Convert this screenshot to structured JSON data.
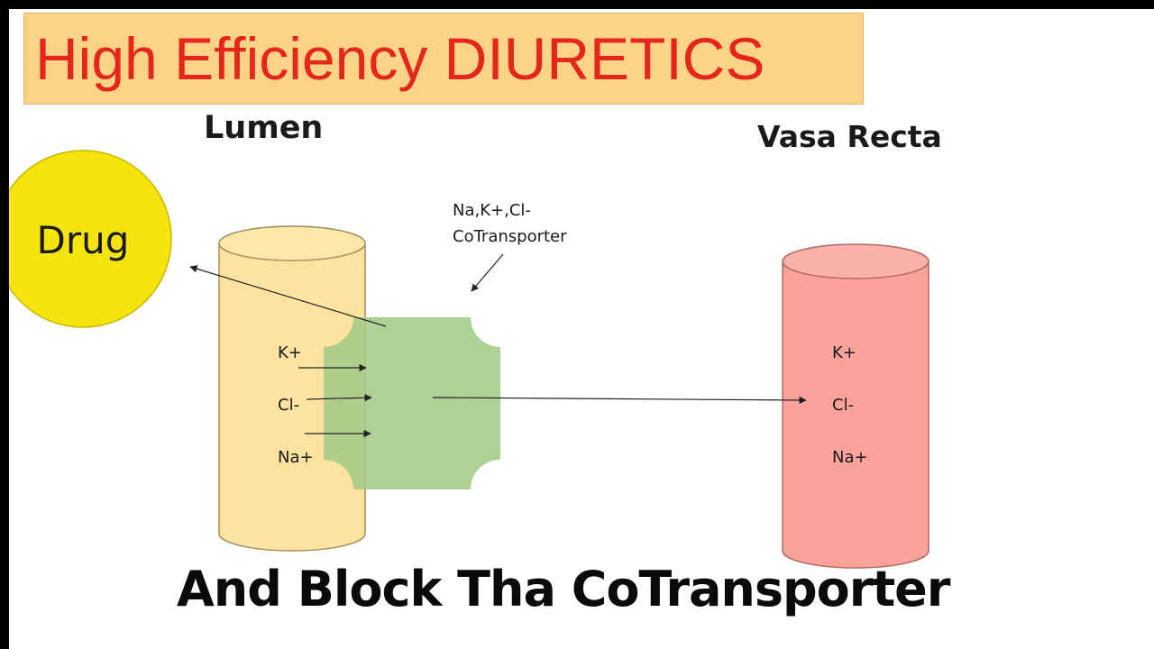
{
  "title": "High Efficiency DIURETICS",
  "headings": {
    "lumen": "Lumen",
    "vasa_recta": "Vasa Recta"
  },
  "drug_label": "Drug",
  "cotransporter_label": {
    "line1": "Na,K+,Cl-",
    "line2": "CoTransporter"
  },
  "lumen_ions": [
    "K+",
    "Cl-",
    "Na+"
  ],
  "vasa_recta_ions": [
    "K+",
    "Cl-",
    "Na+"
  ],
  "caption": "And Block Tha CoTransporter",
  "colors": {
    "banner": "#fdd388",
    "title_text": "#e5261b",
    "drug_circle": "#f7e40c",
    "lumen_cylinder": "#fde3a0",
    "vasa_cylinder": "#f9a39a",
    "cotransporter": "#a9cf8e"
  }
}
